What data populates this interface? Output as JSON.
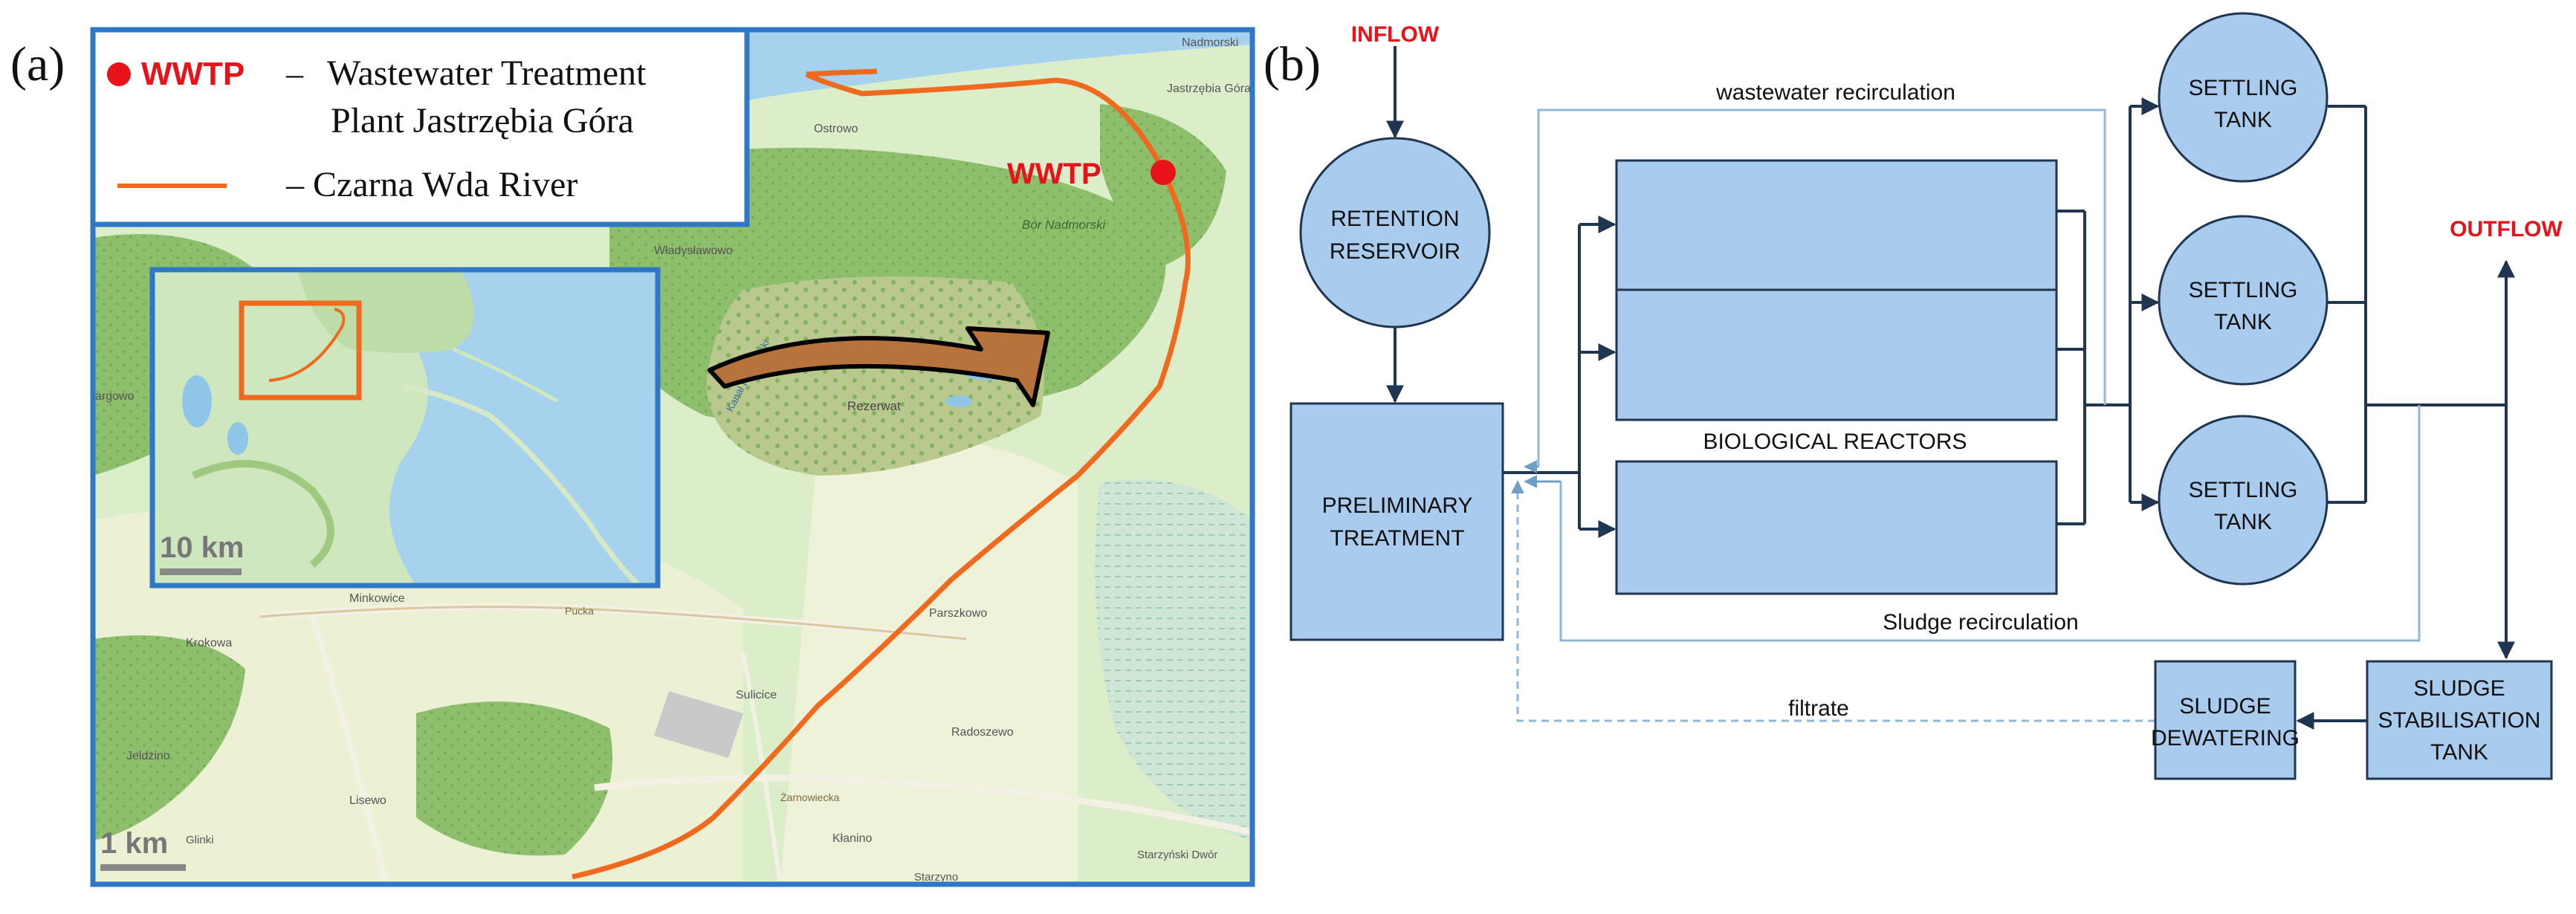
{
  "panel_a": {
    "label": "(a)",
    "legend": {
      "wwtp_key": "WWTP",
      "wwtp_dash": "–",
      "wwtp_desc_line1": "Wastewater Treatment",
      "wwtp_desc_line2": "Plant Jastrzębia Góra",
      "river_desc": "– Czarna Wda River"
    },
    "map_labels": {
      "wwtp": "WWTP",
      "nadmorski": "Nadmorski",
      "jastrzebia": "Jastrzębia Góra",
      "ostrowo": "Ostrowo",
      "bor": "Bór Nadmorski",
      "wladyslawowo": "Władysławowo",
      "rezerwat": "Rezerwat",
      "kanal": "Kanał Karwieński",
      "minkowice": "Minkowice",
      "krokowa": "Krokowa",
      "parszkowo": "Parszkowo",
      "sulicice": "Sulicice",
      "radoszewo": "Radoszewo",
      "jeldzino": "Jeldzino",
      "lisewo": "Lisewo",
      "glinki": "Glinki",
      "ktanino": "Kłanino",
      "starzynski": "Starzyński Dwór",
      "starzyno": "Starzyno",
      "pucka": "Pucka",
      "zarnowiecka": "Żarnowiecka",
      "argowo": "argowo"
    },
    "inset_scale": "10 km",
    "main_scale": "1 km"
  },
  "panel_b": {
    "label": "(b)",
    "inflow": "INFLOW",
    "outflow": "OUTFLOW",
    "retention_l1": "RETENTION",
    "retention_l2": "RESERVOIR",
    "preliminary_l1": "PRELIMINARY",
    "preliminary_l2": "TREATMENT",
    "bio_reactors": "BIOLOGICAL REACTORS",
    "settling_l1": "SETTLING",
    "settling_l2": "TANK",
    "wastewater_recirc": "wastewater recirculation",
    "sludge_recirc": "Sludge recirculation",
    "filtrate": "filtrate",
    "dewatering_l1": "SLUDGE",
    "dewatering_l2": "DEWATERING",
    "stabilisation_l1": "SLUDGE",
    "stabilisation_l2": "STABILISATION",
    "stabilisation_l3": "TANK"
  },
  "colors": {
    "box_fill": "#a9cbed",
    "box_stroke": "#1f3550",
    "red": "#e8121b",
    "river": "#ef6a1f",
    "frame_blue": "#2e78c7",
    "water": "#a7d2ee",
    "recirc_line": "#8fb8d8"
  }
}
